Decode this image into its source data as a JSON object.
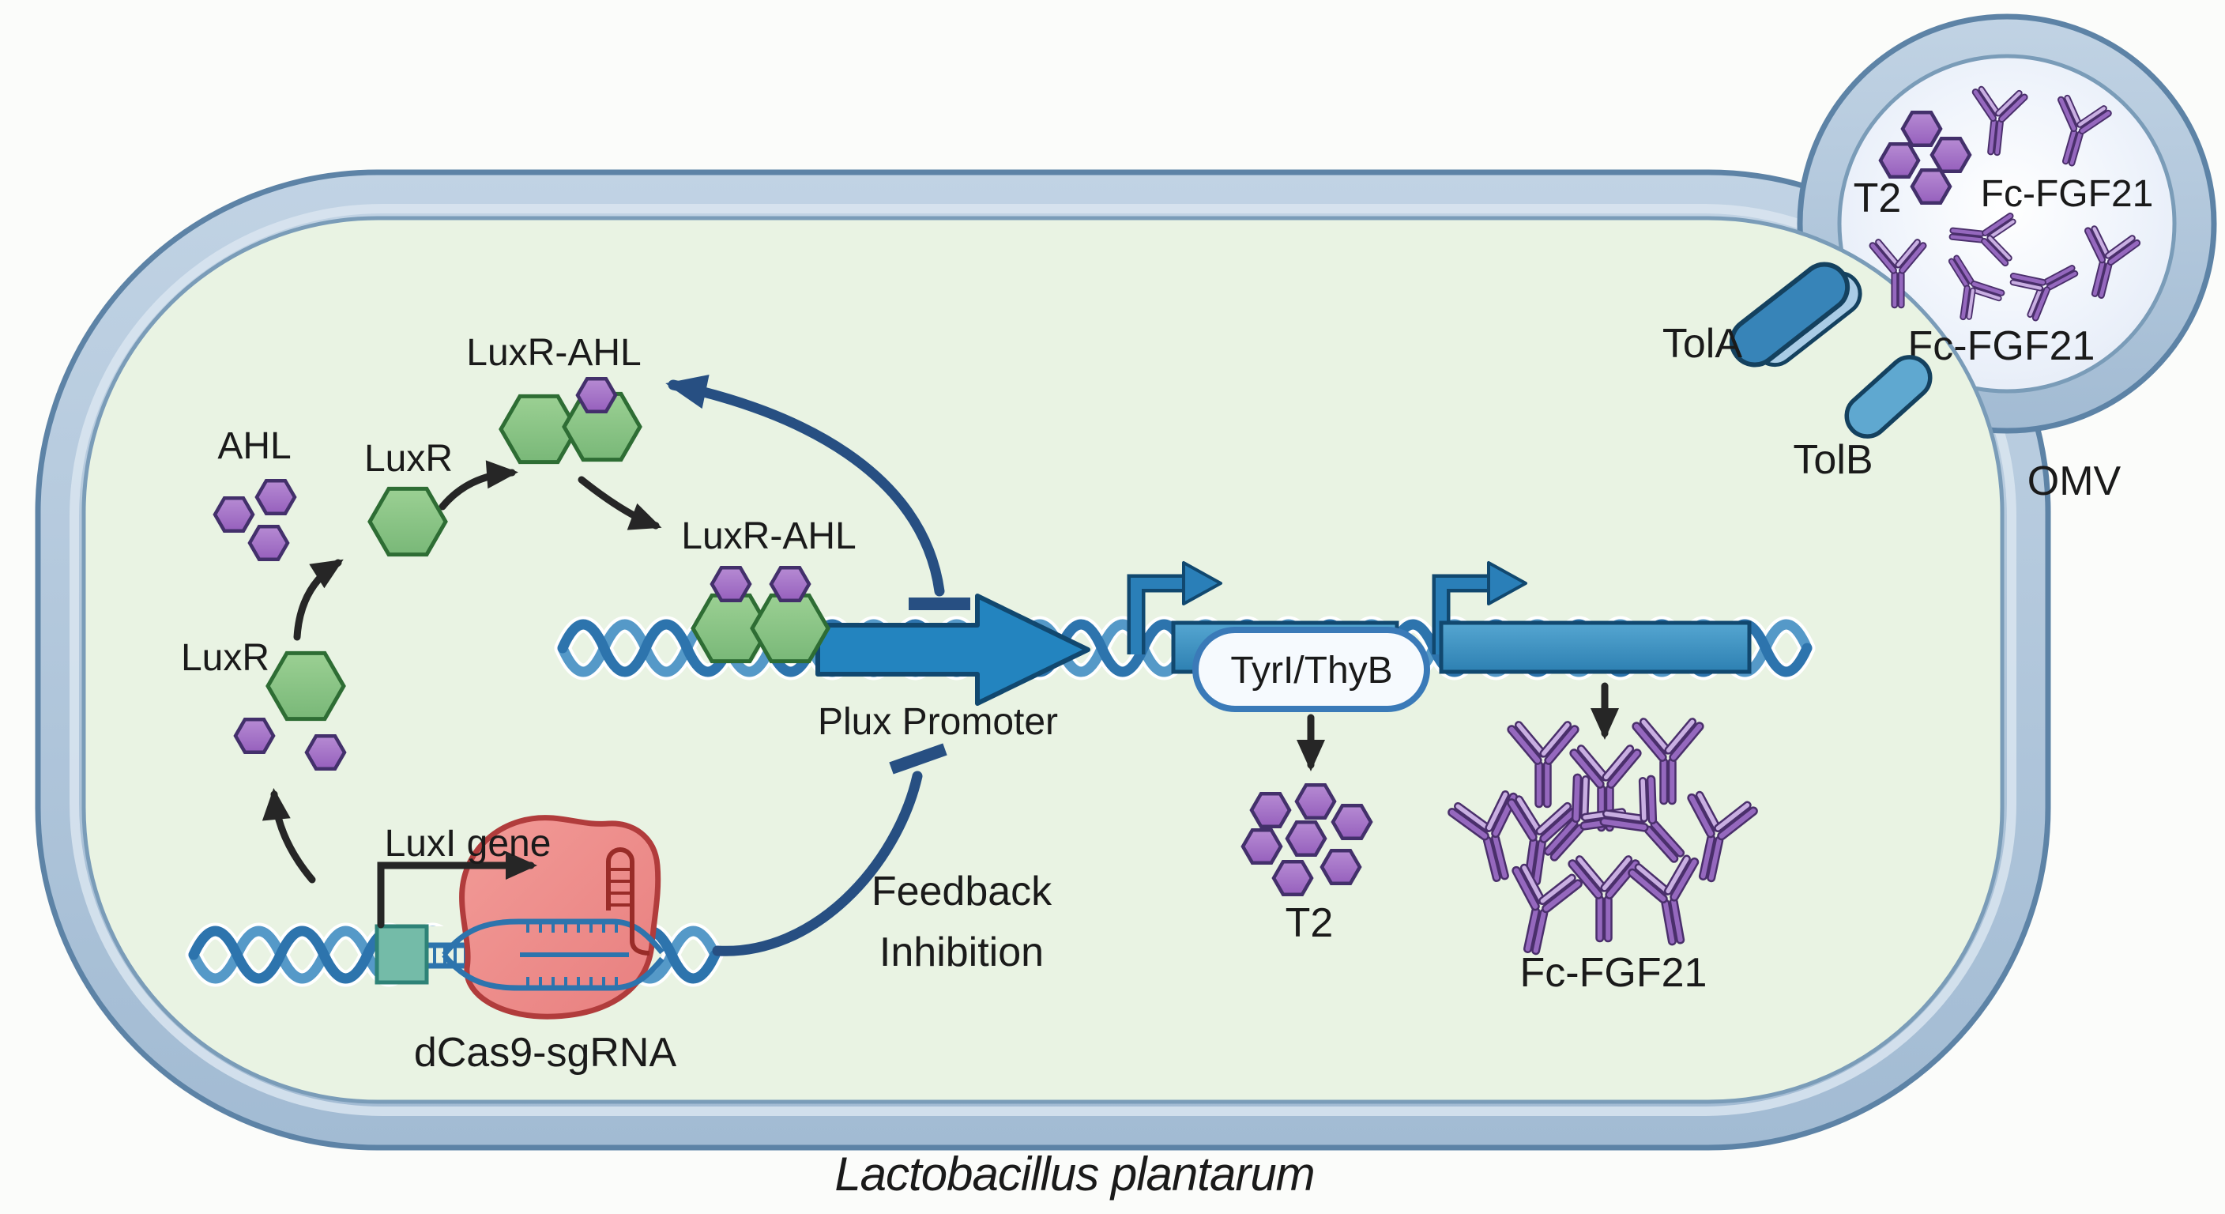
{
  "organism": {
    "caption": "Lactobacillus plantarum"
  },
  "cell": {
    "quorum": {
      "ahl": "AHL",
      "luxr_top": "LuxR",
      "luxr_bottom": "LuxR",
      "luxr_ahl_free": "LuxR-AHL",
      "luxr_ahl_bound": "LuxR-AHL"
    },
    "luxi": {
      "gene": "LuxI gene",
      "dcas9": "dCas9-sgRNA"
    },
    "plux": {
      "promoter": "Plux Promoter",
      "feedback_line1": "Feedback",
      "feedback_line2": "Inhibition"
    },
    "cargo": {
      "fusion_tag": "TyrI/ThyB",
      "t2": "T2",
      "fc_fgf21": "Fc-FGF21"
    }
  },
  "omv": {
    "name": "OMV",
    "t2": "T2",
    "fc_fgf21_top": "Fc-FGF21",
    "fc_fgf21_inner": "Fc-FGF21",
    "tola": "TolA",
    "tolb": "TolB"
  },
  "palette": {
    "ink": "#1a1a1a",
    "background": "#fbfcfa",
    "membrane_band": "#aec5db",
    "membrane_edge": "#5d83a6",
    "membrane_highlight": "#d9e5f0",
    "inner_line": "#7a9cb8",
    "cytoplasm": "#e9f3e3",
    "omv_inner": "#e7edf8",
    "dna_dark": "#2d74ad",
    "dna_light": "#5599c8",
    "navy": "#274f82",
    "arrow_black": "#262626",
    "promoter_blue": "#2a7fb8",
    "plux_fill": "#2384bf",
    "plux_edge": "#11486f",
    "gene_blue": "#3a92c2",
    "pill_fill": "#f6fafe",
    "pill_edge": "#3a7ab8",
    "box_teal": "#74bba8",
    "box_teal_edge": "#2e8277",
    "dcas9_red": "#ee8a8a",
    "dcas9_edge": "#b13c3c",
    "sgrna_red": "#992c28",
    "hex_green": "#8cc889",
    "hex_green_edge": "#2e6d34",
    "hex_purple": "#a976cb",
    "hex_purple_edge": "#43306b",
    "ab_main": "#9568be",
    "ab_light": "#c9afe2",
    "ab_edge": "#4a2f6b",
    "tol_fill": "#3784b8",
    "tol_light": "#a9cce6",
    "tolb_fill": "#5fa8d0",
    "tol_edge": "#14415f"
  }
}
